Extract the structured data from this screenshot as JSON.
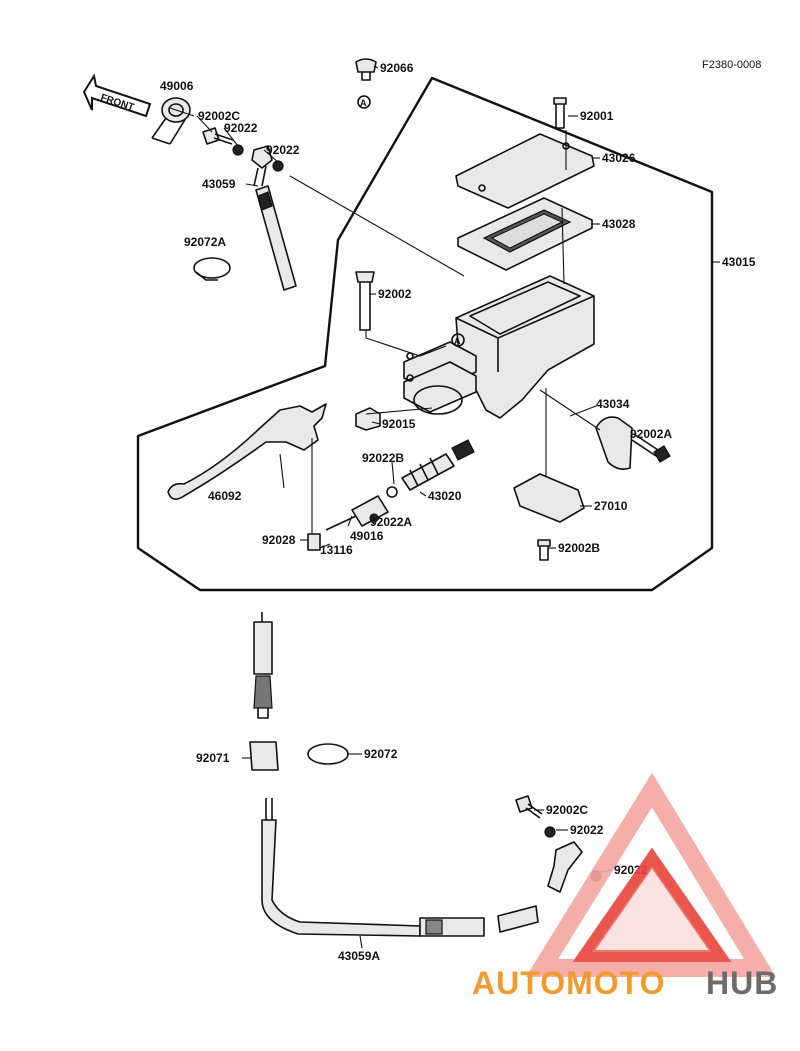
{
  "diagram": {
    "figure_ref": "F2380-0008",
    "front_arrow": "FRONT",
    "circle_ref": "A",
    "parts": {
      "p49006": "49006",
      "p92002C_top": "92002C",
      "p92022_top1": "92022",
      "p92022_top2": "92022",
      "p43059": "43059",
      "p92072A": "92072A",
      "p92066": "92066",
      "p92001": "92001",
      "p43026": "43026",
      "p43028": "43028",
      "p43015": "43015",
      "p92002": "92002",
      "p92015": "92015",
      "p43034": "43034",
      "p92002A": "92002A",
      "p92022B": "92022B",
      "p43020": "43020",
      "p27010": "27010",
      "p46092": "46092",
      "p92022A": "92022A",
      "p49016": "49016",
      "p92028": "92028",
      "p13116": "13116",
      "p92002B": "92002B",
      "p92071": "92071",
      "p92072": "92072",
      "p92002C_bot": "92002C",
      "p92022_bot1": "92022",
      "p92022_bot2": "92022",
      "p43059A": "43059A"
    }
  },
  "watermark": {
    "word_part1": "AUTOMOTO",
    "word_part2": "HUB",
    "color_main": "#e8433b",
    "color_light": "#f4a6a0",
    "color_orange": "#f39a2e",
    "color_gray": "#6b6b6b"
  }
}
